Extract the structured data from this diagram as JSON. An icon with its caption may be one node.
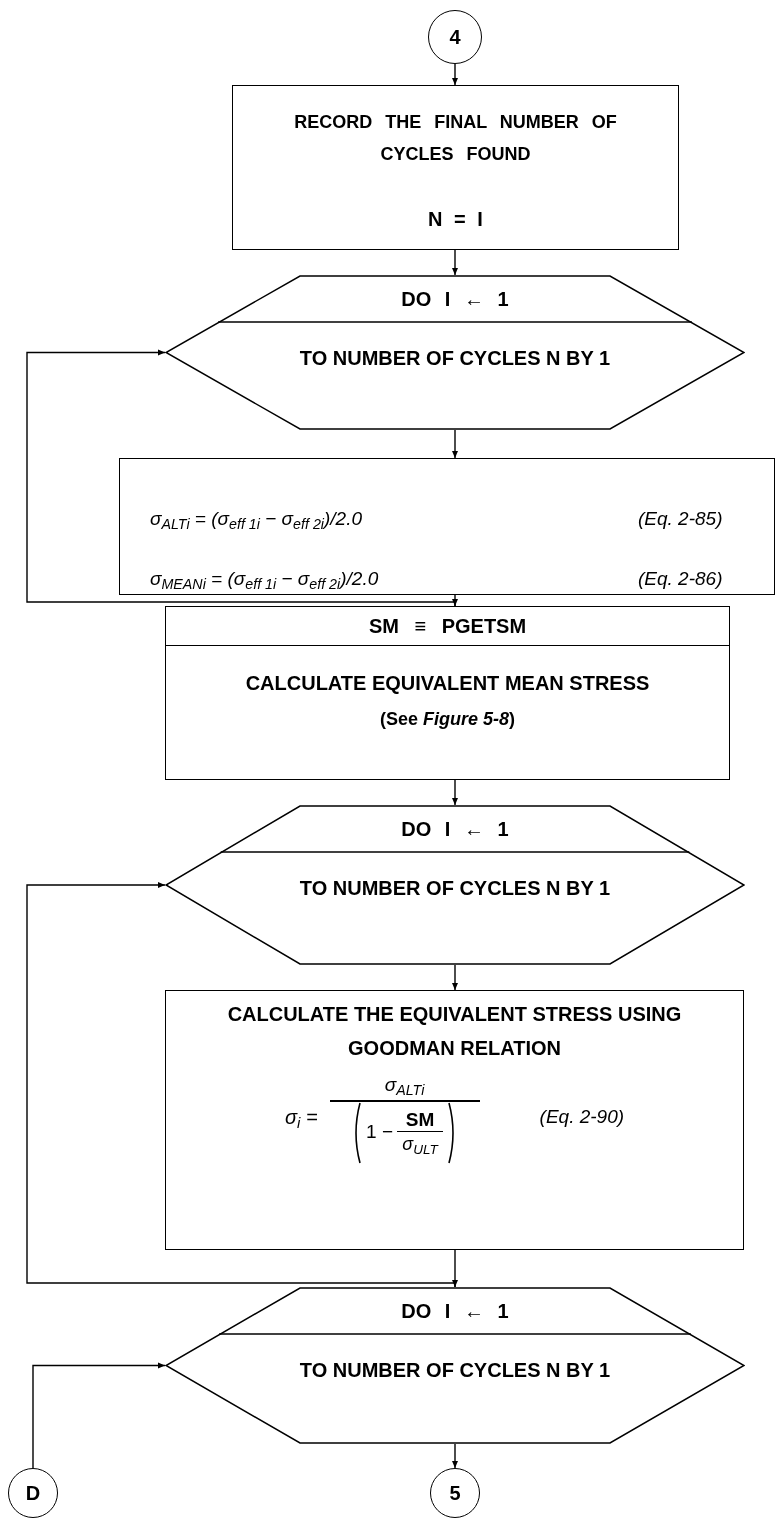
{
  "diagram": {
    "nodes": [
      {
        "text": [
          "4"
        ]
      },
      {
        "text": [
          "RECORD THE FINAL NUMBER OF CYCLES FOUND",
          "N = I"
        ]
      },
      {
        "text": [
          "DO I ← 1",
          "TO NUMBER OF CYCLES N BY 1"
        ]
      },
      {
        "text": [
          "σ$_{ALT}$$_{i}$ = (σ$_{eff 1}$$_{i}$ − σ$_{eff 2}$$_{i}$)/2.0",
          "(Eq. 2-85)",
          "σ$_{MEAN}$$_{i}$ = (σ$_{eff 1}$$_{i}$ − σ$_{eff 2}$$_{i}$)/2.0",
          "(Eq. 2-86)"
        ]
      },
      {
        "text": [
          "SM ≡ PGETSM",
          "CALCULATE EQUIVALENT MEAN STRESS",
          "(See *Figure 5-8*)"
        ]
      },
      {
        "text": [
          "DO I ← 1",
          "TO NUMBER OF CYCLES N BY 1"
        ]
      },
      {
        "text": [
          "CALCULATE THE EQUIVALENT STRESS USING GOODMAN RELATION",
          "σ$_{i}$ =",
          "σ$_{ALT}$$_{i}$",
          "1 −",
          "SM",
          "σ$_{ULT}$",
          "(Eq. 2-90)"
        ]
      },
      {
        "text": [
          "DO I ← 1",
          "TO NUMBER OF CYCLES N BY 1"
        ]
      },
      {
        "text": [
          "D"
        ]
      },
      {
        "text": [
          "5"
        ]
      }
    ],
    "edges": [
      {
        "from": 0,
        "to": 1,
        "arrow": "to"
      },
      {
        "from": 1,
        "to": 2,
        "arrow": "to"
      },
      {
        "from": 2,
        "to": 3,
        "arrow": "to"
      },
      {
        "from": 3,
        "to": 4,
        "arrow": "to"
      },
      {
        "from": 4,
        "to": 2,
        "arrow": "to"
      },
      {
        "from": 4,
        "to": 5,
        "arrow": "to"
      },
      {
        "from": 5,
        "to": 6,
        "arrow": "to"
      },
      {
        "from": 6,
        "to": 7,
        "arrow": "to"
      },
      {
        "from": 7,
        "to": 5,
        "arrow": "to"
      },
      {
        "from": 7,
        "to": 9,
        "arrow": "to"
      },
      {
        "from": 8,
        "to": 7,
        "arrow": "to"
      }
    ]
  }
}
